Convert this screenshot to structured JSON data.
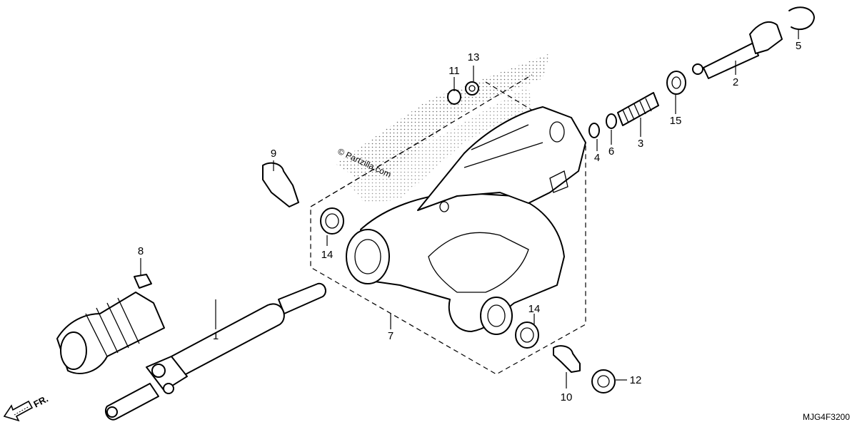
{
  "diagram": {
    "watermark": "© Partzilla.com",
    "direction_label": "FR.",
    "code": "MJG4F3200",
    "callouts": [
      {
        "id": "c1",
        "text": "1"
      },
      {
        "id": "c2",
        "text": "2"
      },
      {
        "id": "c3",
        "text": "3"
      },
      {
        "id": "c4",
        "text": "4"
      },
      {
        "id": "c5",
        "text": "5"
      },
      {
        "id": "c6",
        "text": "6"
      },
      {
        "id": "c7",
        "text": "7"
      },
      {
        "id": "c8",
        "text": "8"
      },
      {
        "id": "c9",
        "text": "9"
      },
      {
        "id": "c10",
        "text": "10"
      },
      {
        "id": "c11",
        "text": "11"
      },
      {
        "id": "c12",
        "text": "12"
      },
      {
        "id": "c13",
        "text": "13"
      },
      {
        "id": "c14a",
        "text": "14"
      },
      {
        "id": "c14b",
        "text": "14"
      },
      {
        "id": "c15",
        "text": "15"
      }
    ]
  }
}
